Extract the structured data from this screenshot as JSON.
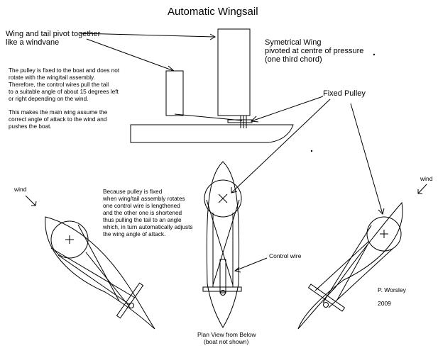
{
  "title": "Automatic Wingsail",
  "labels": {
    "pivot": [
      "Wing and tail pivot together",
      "like a windvane"
    ],
    "symmetrical": [
      "Symetrical Wing",
      "pivoted at centre of pressure",
      "(one third chord)"
    ],
    "fixed_pulley": "Fixed Pulley",
    "wind_left": "wind",
    "wind_right": "wind",
    "control_wire": "Control wire",
    "plan_view": [
      "Plan View from Below",
      "(boat not shown)"
    ],
    "author": "P. Worsley",
    "year": "2009"
  },
  "notes": {
    "pulley": [
      "The pulley is fixed to the boat and does not",
      "rotate with the wing/tail assembly.",
      "Therefore, the control wires pull the tail",
      "to a suitable angle of about 15 degrees left",
      "or right depending on the wind."
    ],
    "angle": [
      "This makes the main wing assume the",
      "correct angle of attack to the wind and",
      "pushes the boat."
    ],
    "because": [
      "Because pulley is fixed",
      "when wing/tail assembly rotates",
      "one control  wire is lengthened",
      "and the other one is shortened",
      "thus pulling the tail to an angle",
      "which, in turn automatically adjusts",
      "the wing angle of attack."
    ]
  },
  "colors": {
    "ink": "#000000",
    "paper": "#ffffff"
  }
}
